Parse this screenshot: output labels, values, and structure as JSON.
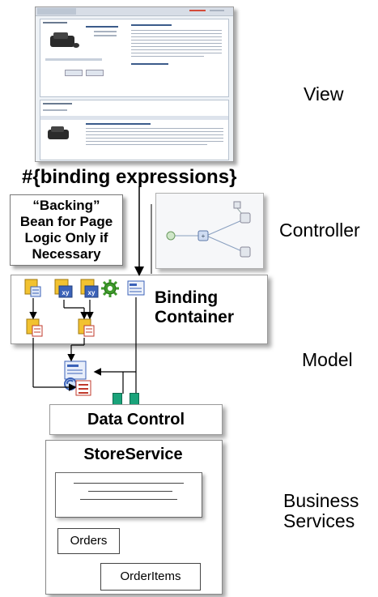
{
  "layers": {
    "view": "View",
    "controller": "Controller",
    "model": "Model",
    "business_line1": "Business",
    "business_line2": "Services"
  },
  "binding_expressions": "#{binding expressions}",
  "backing_bean": {
    "line1": "“Backing”",
    "line2": "Bean for Page",
    "line3": "Logic Only if",
    "line4": "Necessary"
  },
  "binding_container": {
    "line1": "Binding",
    "line2": "Container"
  },
  "data_control": "Data Control",
  "store_service": {
    "title": "StoreService",
    "entities": [
      "Orders",
      "OrderItems"
    ]
  },
  "colors": {
    "data_control_connector": "#1aa37a",
    "frame_border": "#999999",
    "icon_yellow": "#f2c230",
    "icon_blue": "#3b62b8",
    "icon_green": "#3e9a2a"
  },
  "icons": [
    "page-def-icon",
    "iterator-icon",
    "action-binding-icon",
    "method-icon",
    "attribute-binding-icon",
    "binding-doc-icon",
    "data-control-icon"
  ]
}
